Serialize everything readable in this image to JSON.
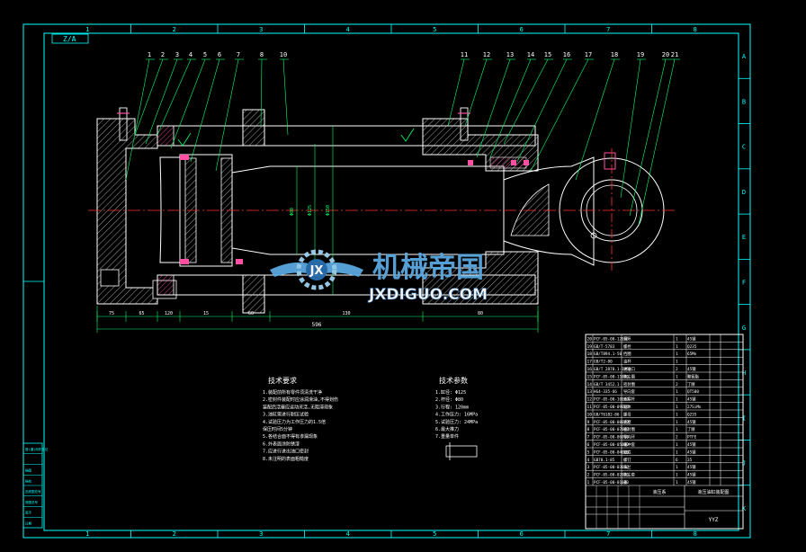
{
  "drawing": {
    "scale_box": "Z/A",
    "column_labels": [
      "1",
      "2",
      "3",
      "4",
      "5",
      "6",
      "7",
      "8"
    ],
    "row_labels": [
      "A",
      "B",
      "C",
      "D",
      "E",
      "F",
      "G",
      "H",
      "I",
      "J",
      "K"
    ],
    "balloon_labels": [
      "1",
      "2",
      "3",
      "4",
      "5",
      "6",
      "7",
      "8",
      "10",
      "11",
      "12",
      "13",
      "14",
      "15",
      "16",
      "17",
      "18",
      "19",
      "20",
      "21"
    ],
    "dim_total": "596",
    "dim_segments": [
      "75",
      "65",
      "120",
      "15",
      "60",
      "130",
      "80"
    ],
    "dim_vertical": [
      "Φ80",
      "Φ125",
      "Φ150"
    ]
  },
  "watermark": {
    "cn": "机械帝国",
    "en": "JXDIGUO.COM"
  },
  "notes": {
    "tech_title": "技术要求",
    "tech_lines": [
      "1.装配前所有零件须清洗干净",
      "2.密封件装配时应涂润滑油,不得划伤",
      "   装配后活塞应运动灵活,无阻滞现象",
      "3.油缸需进行耐压试验",
      "4.试验压力为工作压力的1.5倍",
      "   保压时间5分钟",
      "5.各结合面不得有渗漏现象",
      "6.外表面涂防锈漆",
      "7.应进行进出油口密封",
      "8.未注明的表面粗糙度"
    ],
    "param_title": "技术参数",
    "param_lines": [
      "1.缸径: Φ125",
      "2.杆径: Φ80",
      "3.行程: 120mm",
      "4.工作压力: 16MPa",
      "5.试验压力: 24MPa",
      "6.最大推力",
      "7.重量单件"
    ]
  },
  "bom": {
    "rows": [
      {
        "code": "PCF-05-00-12000",
        "desc": "耳环",
        "qty": "1",
        "mat": "45钢",
        "note": ""
      },
      {
        "code": "GB/T-5783",
        "desc": "螺栓",
        "qty": "1",
        "mat": "Q235",
        "note": ""
      },
      {
        "code": "GB/T894.1-50",
        "desc": "挡圈",
        "qty": "1",
        "mat": "65Mn",
        "note": ""
      },
      {
        "code": "GB/T2-80",
        "desc": "油杯",
        "qty": "1",
        "mat": "",
        "note": ""
      },
      {
        "code": "GB/T 2878.1-1993",
        "desc": "进油口",
        "qty": "2",
        "mat": "45钢",
        "note": ""
      },
      {
        "code": "PCF-05-00-11000",
        "desc": "防尘圈",
        "qty": "1",
        "mat": "聚氨酯",
        "note": ""
      },
      {
        "code": "GB/T 3452.1",
        "desc": "密封圈",
        "qty": "2",
        "mat": "丁腈",
        "note": ""
      },
      {
        "code": "HG4-335-66",
        "desc": "导向套",
        "qty": "1",
        "mat": "QT500",
        "note": ""
      },
      {
        "code": "PCF-05-00-10000",
        "desc": "活塞杆",
        "qty": "1",
        "mat": "45钢",
        "note": ""
      },
      {
        "code": "PCF-05-00-09000",
        "desc": "缸体",
        "qty": "1",
        "mat": "27SiMn",
        "note": ""
      },
      {
        "code": "GB/T6182-86",
        "desc": "螺母",
        "qty": "1",
        "mat": "Q235",
        "note": ""
      },
      {
        "code": "PCF-05-00-08000",
        "desc": "活塞",
        "qty": "1",
        "mat": "45钢",
        "note": ""
      },
      {
        "code": "PCF-05-00-07000",
        "desc": "密封圈",
        "qty": "1",
        "mat": "丁腈",
        "note": ""
      },
      {
        "code": "PCF-05-00-06000",
        "desc": "导向环",
        "qty": "2",
        "mat": "PTFE",
        "note": ""
      },
      {
        "code": "PCF-05-00-05000",
        "desc": "缓冲套",
        "qty": "1",
        "mat": "45钢",
        "note": ""
      },
      {
        "code": "PCF-05-00-04000",
        "desc": "缸底",
        "qty": "1",
        "mat": "45钢",
        "note": ""
      },
      {
        "code": "GB70.1-85",
        "desc": "螺钉",
        "qty": "6",
        "mat": "35",
        "note": ""
      },
      {
        "code": "PCF-05-00-03000",
        "desc": "法兰",
        "qty": "1",
        "mat": "45钢",
        "note": ""
      },
      {
        "code": "PCF-05-00-02000",
        "desc": "防尘套",
        "qty": "1",
        "mat": "45钢",
        "note": ""
      },
      {
        "code": "PCF-05-00-01000",
        "desc": "盖",
        "qty": "1",
        "mat": "45钢",
        "note": ""
      }
    ],
    "title_main": "液压油缸装配图",
    "title_sub": "YYZ",
    "org": "液压系"
  },
  "left_block": [
    "借(通)用件登记",
    "",
    "描图",
    "描校",
    "旧底图总号",
    "底图总号",
    "签字",
    "日期"
  ],
  "colors": {
    "frame": "#00ffff",
    "line": "#ffffff",
    "hatch": "#ff4fa3",
    "center": "#ff3030",
    "dim": "#00ff66",
    "symbol": "#00ff66"
  }
}
